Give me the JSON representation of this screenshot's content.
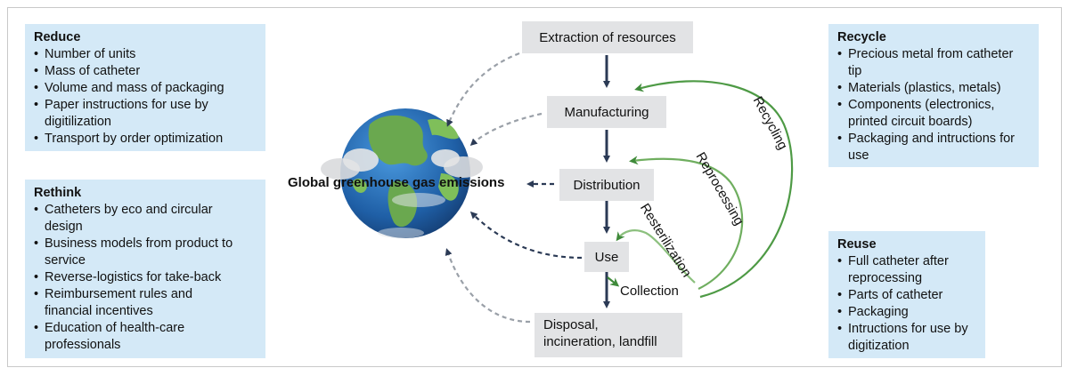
{
  "panels": {
    "reduce": {
      "title": "Reduce",
      "items": [
        "Number of units",
        "Mass of catheter",
        "Volume and mass of packaging",
        "Paper instructions for use by digitilization",
        "Transport by order optimization"
      ]
    },
    "rethink": {
      "title": "Rethink",
      "items": [
        "Catheters by eco and circular design",
        "Business models from product to service",
        "Reverse-logistics for take-back",
        "Reimbursement rules and financial incentives",
        "Education of health-care professionals"
      ]
    },
    "recycle": {
      "title": "Recycle",
      "items": [
        "Precious metal from catheter tip",
        "Materials (plastics, metals)",
        "Components (electronics, printed circuit boards)",
        "Packaging and intructions for use"
      ]
    },
    "reuse": {
      "title": "Reuse",
      "items": [
        "Full catheter after reprocessing",
        "Parts of catheter",
        "Packaging",
        "Intructions for use by digitization"
      ]
    }
  },
  "stages": {
    "extraction": "Extraction of resources",
    "manufacturing": "Manufacturing",
    "distribution": "Distribution",
    "use": "Use",
    "collection": "Collection",
    "disposal_line1": "Disposal,",
    "disposal_line2": "incineration, landfill"
  },
  "ghg_label": "Global greenhouse gas emissions",
  "loops": {
    "recycling": "Recycling",
    "reprocessing": "Reprocessing",
    "resterilization": "Resterilization"
  },
  "colors": {
    "panel": "#d4e9f7",
    "stage": "#e2e3e5",
    "arrow_dark": "#2b3a55",
    "loop_green": "#3f8a3a",
    "dashed": "#2b3a55"
  }
}
